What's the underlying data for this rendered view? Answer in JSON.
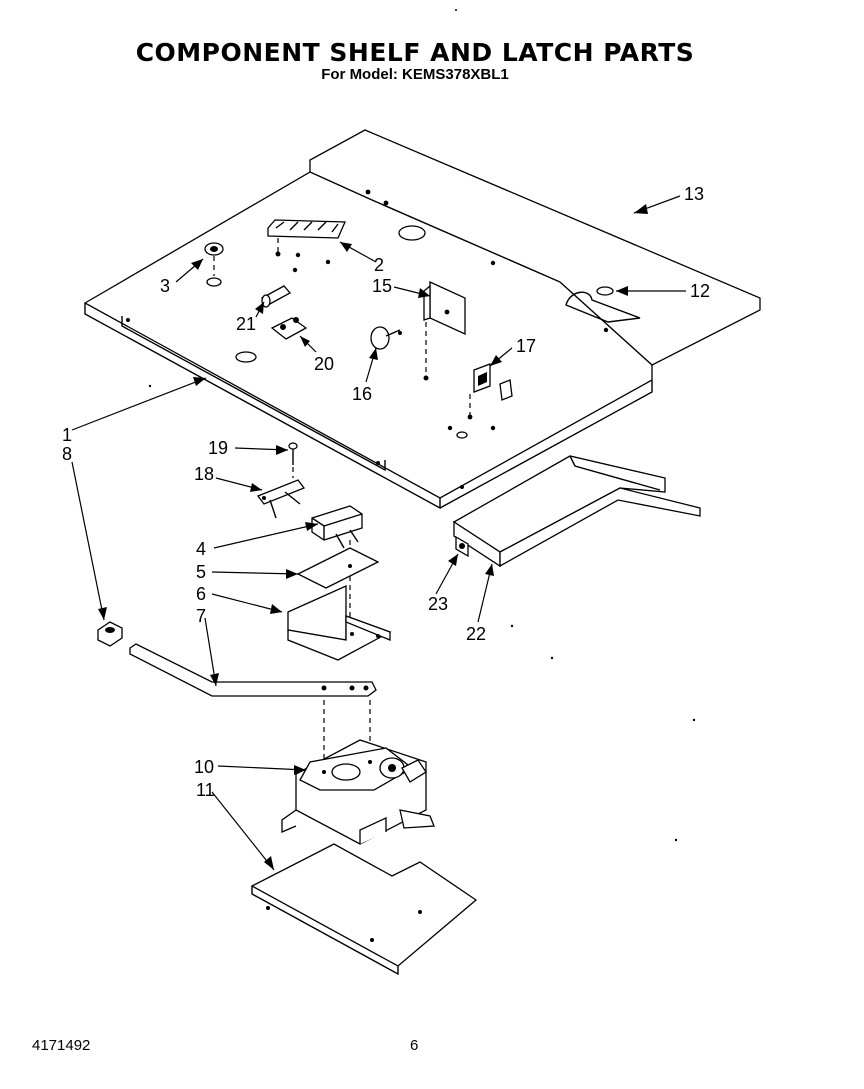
{
  "header": {
    "title": "COMPONENT SHELF AND LATCH PARTS",
    "subtitle": "For Model: KEMS378XBL1"
  },
  "callouts": {
    "c1": "1",
    "c2": "2",
    "c3": "3",
    "c4": "4",
    "c5": "5",
    "c6": "6",
    "c7": "7",
    "c8": "8",
    "c10": "10",
    "c11": "11",
    "c12": "12",
    "c13": "13",
    "c15": "15",
    "c16": "16",
    "c17": "17",
    "c18": "18",
    "c19": "19",
    "c20": "20",
    "c21": "21",
    "c22": "22",
    "c23": "23"
  },
  "footer": {
    "doc_number": "4171492",
    "page_number": "6"
  }
}
